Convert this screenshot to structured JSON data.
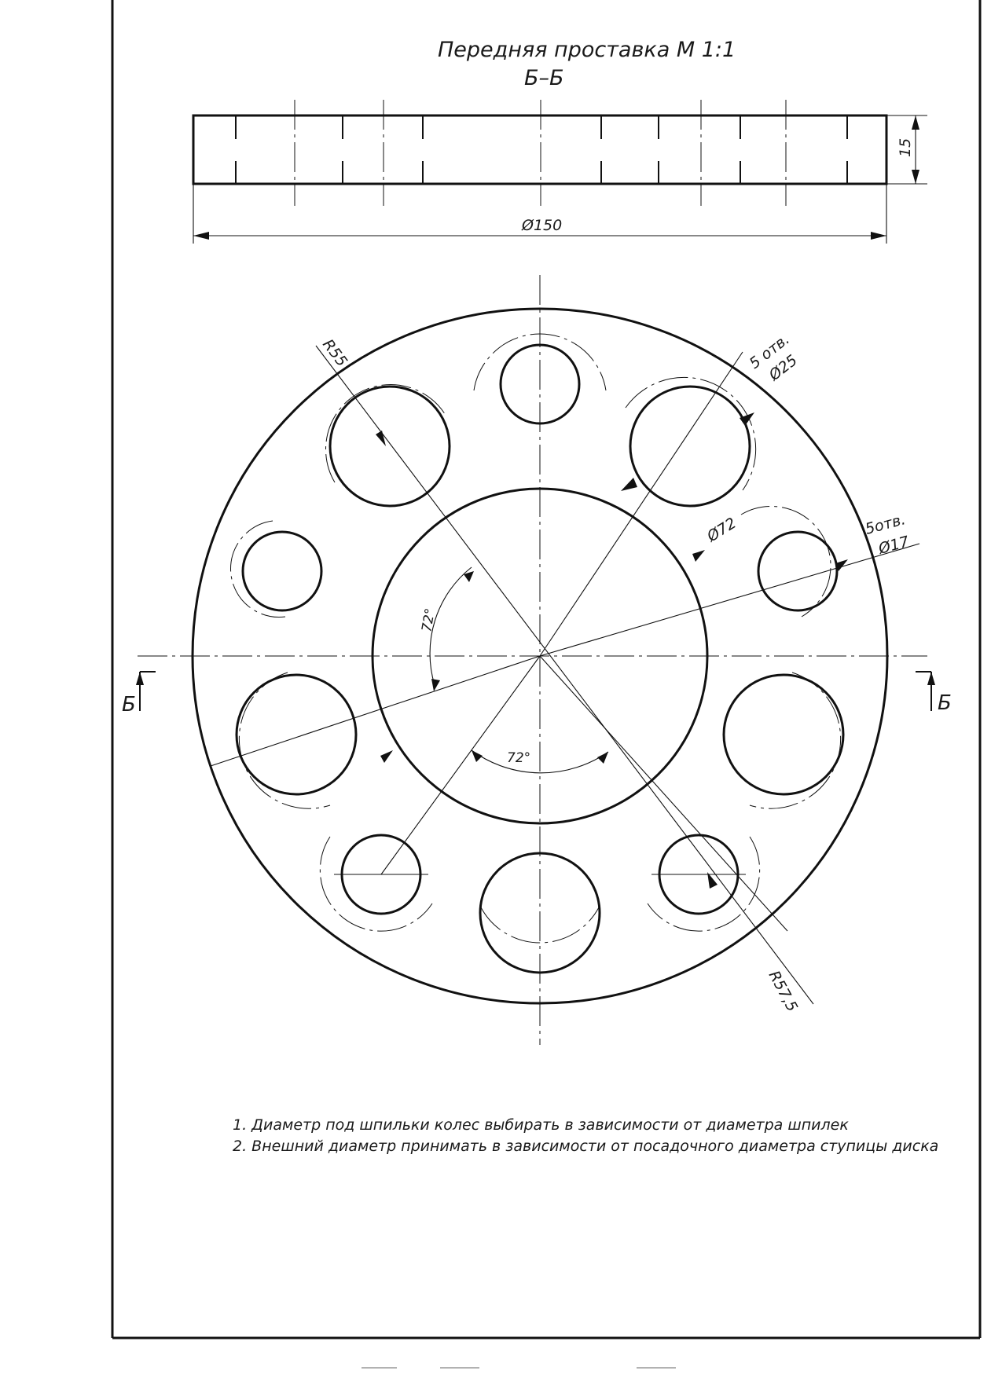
{
  "title": "Передняя проставка М 1:1",
  "section_label": "Б–Б",
  "dimensions": {
    "thickness": "15",
    "outer_diameter": "Ø150",
    "hub_diameter": "Ø72",
    "large_holes_count": "5 отв.",
    "large_holes_diameter": "Ø25",
    "small_holes_count": "5отв.",
    "small_holes_diameter": "Ø17",
    "radius_large": "R55",
    "radius_small": "R57,5",
    "angle_1": "72°",
    "angle_2": "72°"
  },
  "cut_marks": {
    "left": "Б",
    "right": "Б"
  },
  "notes": [
    "1. Диаметр под шпильки колес выбирать в зависимости от диаметра шпилек",
    "2. Внешний диаметр принимать в зависимости от посадочного диаметра ступицы диска"
  ]
}
